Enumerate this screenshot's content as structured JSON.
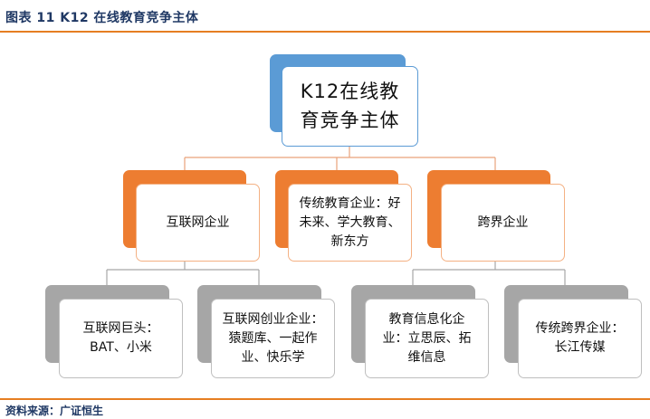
{
  "figure": {
    "title": "图表 11  K12 在线教育竞争主体",
    "source": "资料来源：广证恒生"
  },
  "diagram": {
    "root": {
      "text": "K12在线教育竞争主体"
    },
    "categories": [
      {
        "text": "互联网企业",
        "children": [
          {
            "text": "互联网巨头：BAT、小米"
          },
          {
            "text": "互联网创业企业：猿题库、一起作业、快乐学"
          }
        ]
      },
      {
        "text": "传统教育企业：好未来、学大教育、新东方",
        "children": []
      },
      {
        "text": "跨界企业",
        "children": [
          {
            "text": "教育信息化企业：立思辰、拓维信息"
          },
          {
            "text": "传统跨界企业：长江传媒"
          }
        ]
      }
    ]
  }
}
